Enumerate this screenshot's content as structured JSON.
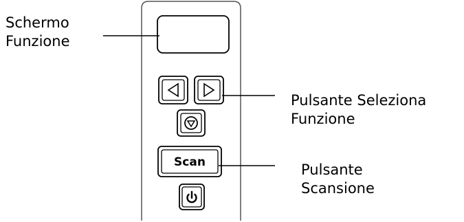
{
  "labels": {
    "display": {
      "line1": "Schermo",
      "line2": "Funzione"
    },
    "function_button": {
      "line1": "Pulsante Seleziona",
      "line2": "Funzione"
    },
    "scan_button": {
      "line1": "Pulsante",
      "line2": "Scansione"
    }
  },
  "panel": {
    "scan_label": "Scan"
  },
  "icons": {
    "left": "triangle-left-icon",
    "right": "triangle-right-icon",
    "stop": "stop-icon",
    "power": "power-icon"
  },
  "colors": {
    "outline": "#000000",
    "panel_border": "#555555",
    "background": "#ffffff"
  }
}
